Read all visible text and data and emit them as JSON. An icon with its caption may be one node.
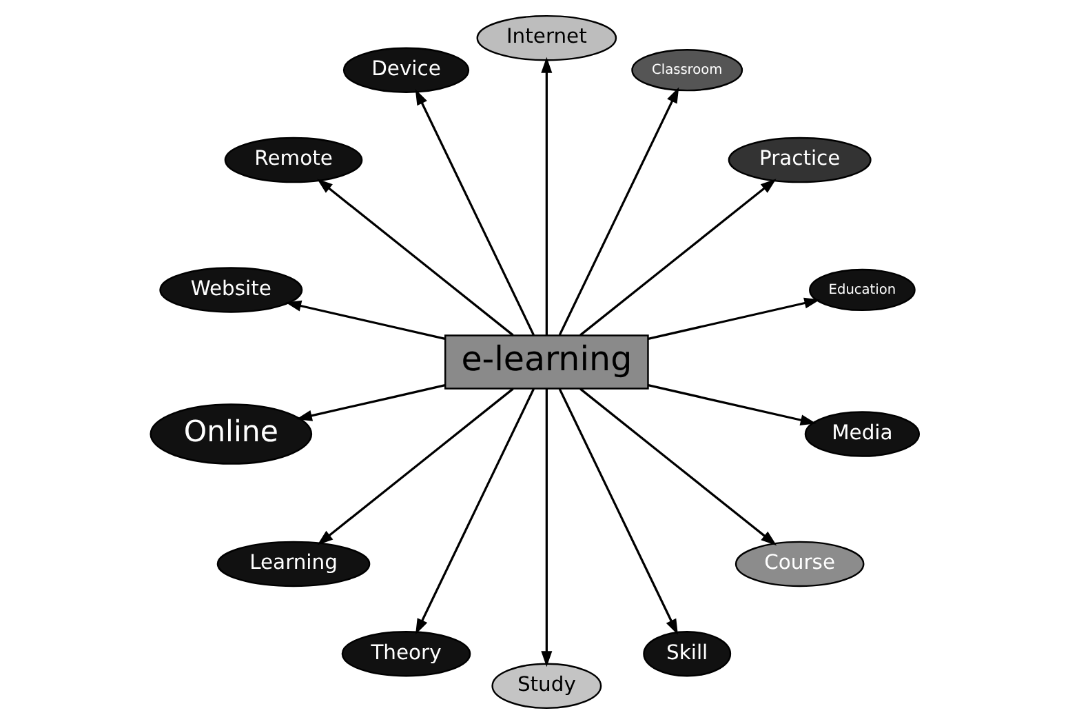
{
  "diagram": {
    "nodes": [
      {
        "text": [
          "e-learning"
        ]
      },
      {
        "text": [
          "Education"
        ]
      },
      {
        "text": [
          "Practice"
        ]
      },
      {
        "text": [
          "Classroom"
        ]
      },
      {
        "text": [
          "Internet"
        ]
      },
      {
        "text": [
          "Device"
        ]
      },
      {
        "text": [
          "Remote"
        ]
      },
      {
        "text": [
          "Website"
        ]
      },
      {
        "text": [
          "Online"
        ]
      },
      {
        "text": [
          "Learning"
        ]
      },
      {
        "text": [
          "Theory"
        ]
      },
      {
        "text": [
          "Study"
        ]
      },
      {
        "text": [
          "Skill"
        ]
      },
      {
        "text": [
          "Course"
        ]
      },
      {
        "text": [
          "Media"
        ]
      }
    ],
    "edges": [
      {
        "from": 0,
        "to": 1,
        "arrow": "to"
      },
      {
        "from": 0,
        "to": 2,
        "arrow": "to"
      },
      {
        "from": 0,
        "to": 3,
        "arrow": "to"
      },
      {
        "from": 0,
        "to": 4,
        "arrow": "to"
      },
      {
        "from": 0,
        "to": 5,
        "arrow": "to"
      },
      {
        "from": 0,
        "to": 6,
        "arrow": "to"
      },
      {
        "from": 0,
        "to": 8,
        "arrow": "to"
      },
      {
        "from": 0,
        "to": 14,
        "arrow": "to"
      },
      {
        "from": 0,
        "to": 13,
        "arrow": "to"
      },
      {
        "from": 0,
        "to": 12,
        "arrow": "to"
      },
      {
        "from": 0,
        "to": 11,
        "arrow": "to"
      },
      {
        "from": 0,
        "to": 10,
        "arrow": "to"
      },
      {
        "from": 0,
        "to": 9,
        "arrow": "to"
      },
      {
        "from": 0,
        "to": 7,
        "arrow": "to"
      }
    ]
  }
}
